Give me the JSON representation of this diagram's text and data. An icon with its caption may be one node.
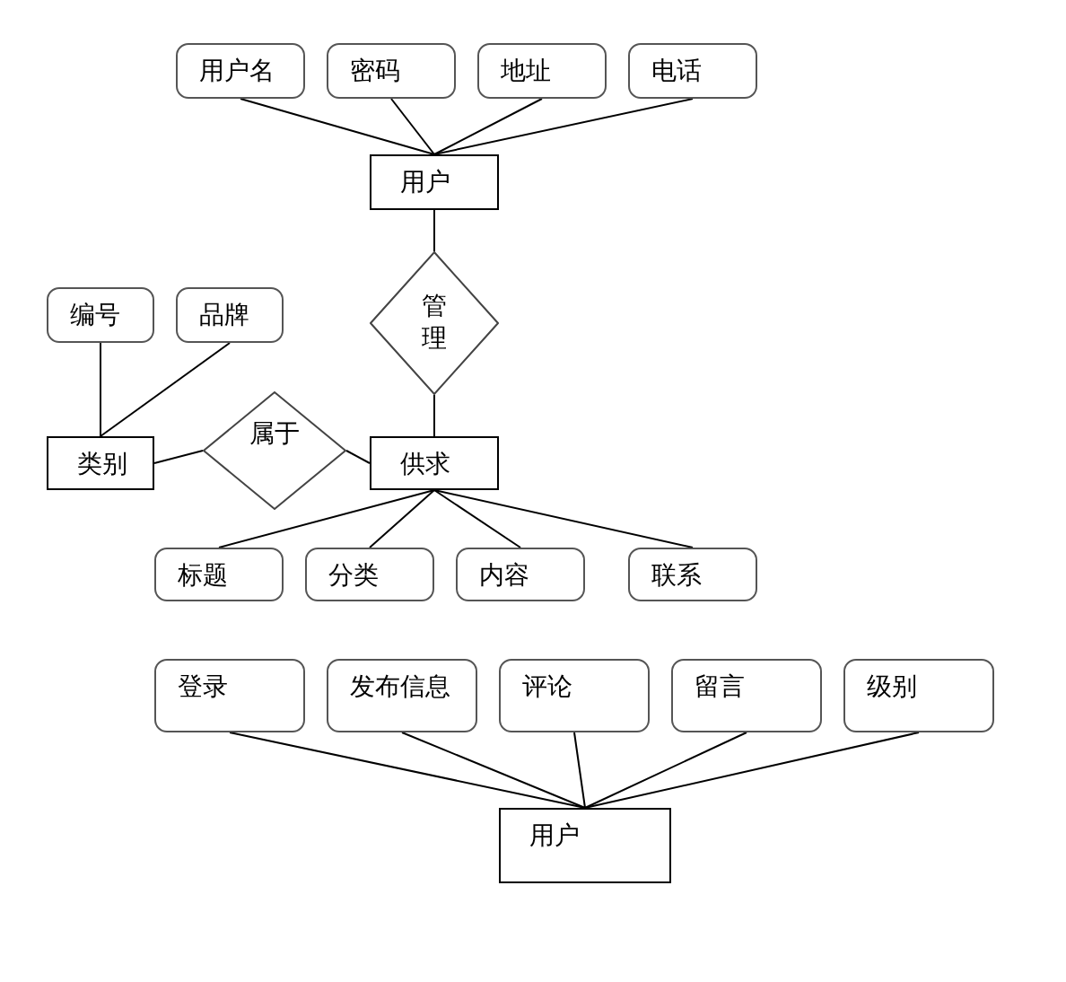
{
  "diagram": {
    "nodes": [
      {
        "text": [
          "用户名"
        ]
      },
      {
        "text": [
          "密码"
        ]
      },
      {
        "text": [
          "地址"
        ]
      },
      {
        "text": [
          "电话"
        ]
      },
      {
        "text": [
          "用户"
        ]
      },
      {
        "text": [
          "管理"
        ]
      },
      {
        "text": [
          "编号"
        ]
      },
      {
        "text": [
          "品牌"
        ]
      },
      {
        "text": [
          "类别"
        ]
      },
      {
        "text": [
          "属于"
        ]
      },
      {
        "text": [
          "供求"
        ]
      },
      {
        "text": [
          "标题"
        ]
      },
      {
        "text": [
          "分类"
        ]
      },
      {
        "text": [
          "内容"
        ]
      },
      {
        "text": [
          "联系"
        ]
      },
      {
        "text": [
          "登录"
        ]
      },
      {
        "text": [
          "发布信息"
        ]
      },
      {
        "text": [
          "评论"
        ]
      },
      {
        "text": [
          "留言"
        ]
      },
      {
        "text": [
          "级别"
        ]
      },
      {
        "text": [
          "用户"
        ]
      }
    ],
    "edges": [
      {
        "from": 0,
        "to": 4,
        "arrow": "none"
      },
      {
        "from": 1,
        "to": 4,
        "arrow": "none"
      },
      {
        "from": 2,
        "to": 4,
        "arrow": "none"
      },
      {
        "from": 3,
        "to": 4,
        "arrow": "none"
      },
      {
        "from": 4,
        "to": 5,
        "arrow": "none"
      },
      {
        "from": 5,
        "to": 10,
        "arrow": "none"
      },
      {
        "from": 6,
        "to": 8,
        "arrow": "none"
      },
      {
        "from": 7,
        "to": 8,
        "arrow": "none"
      },
      {
        "from": 8,
        "to": 9,
        "arrow": "none"
      },
      {
        "from": 9,
        "to": 10,
        "arrow": "none"
      },
      {
        "from": 10,
        "to": 11,
        "arrow": "none"
      },
      {
        "from": 10,
        "to": 12,
        "arrow": "none"
      },
      {
        "from": 10,
        "to": 13,
        "arrow": "none"
      },
      {
        "from": 10,
        "to": 14,
        "arrow": "none"
      },
      {
        "from": 15,
        "to": 20,
        "arrow": "none"
      },
      {
        "from": 16,
        "to": 20,
        "arrow": "none"
      },
      {
        "from": 17,
        "to": 20,
        "arrow": "none"
      },
      {
        "from": 18,
        "to": 20,
        "arrow": "none"
      },
      {
        "from": 19,
        "to": 20,
        "arrow": "none"
      }
    ]
  }
}
